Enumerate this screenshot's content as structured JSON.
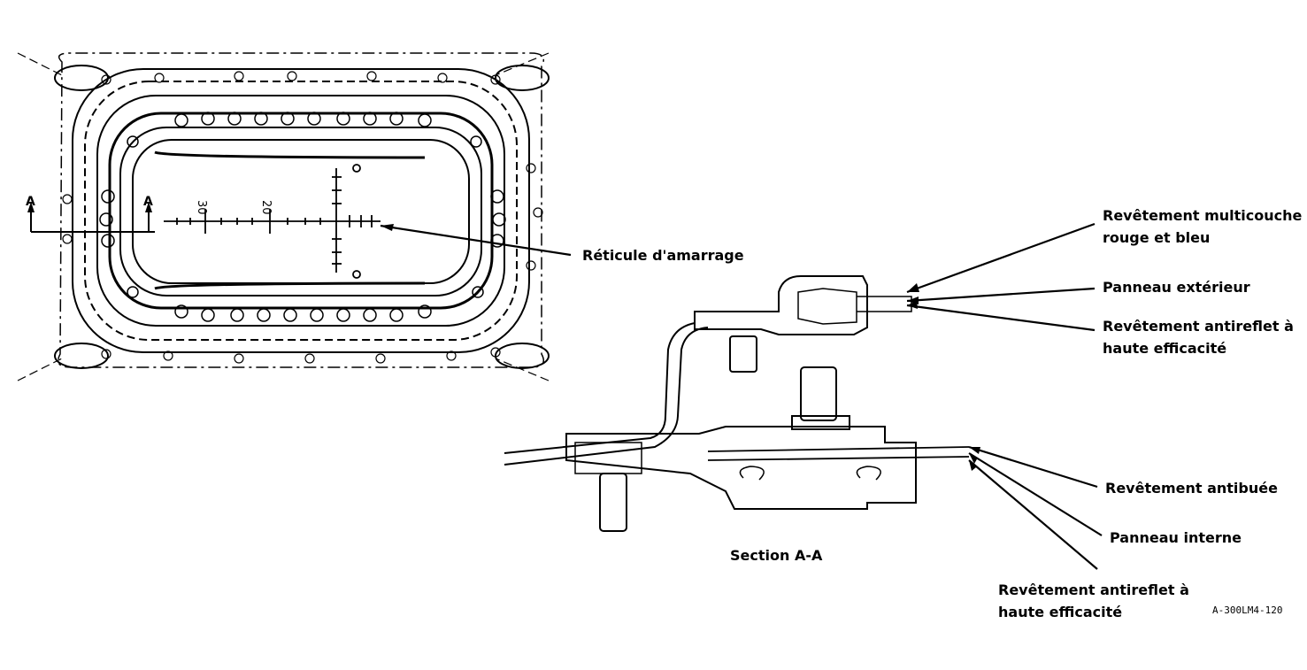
{
  "window_view": {
    "section_marker_left": "A",
    "section_marker_right": "A",
    "scale_label_1": "30",
    "scale_label_2": "20"
  },
  "labels": {
    "reticle": "Réticule d'amarrage",
    "multilayer_line1": "Revêtement multicouche",
    "multilayer_line2": "rouge et bleu",
    "outer_panel": "Panneau extérieur",
    "antireflect_top_line1": "Revêtement antireflet à",
    "antireflect_top_line2": "haute efficacité",
    "antifog": "Revêtement antibuée",
    "inner_panel": "Panneau interne",
    "antireflect_bottom_line1": "Revêtement antireflet à",
    "antireflect_bottom_line2": "haute efficacité",
    "section_title": "Section A-A"
  },
  "figure_code": "A-300LM4-120"
}
